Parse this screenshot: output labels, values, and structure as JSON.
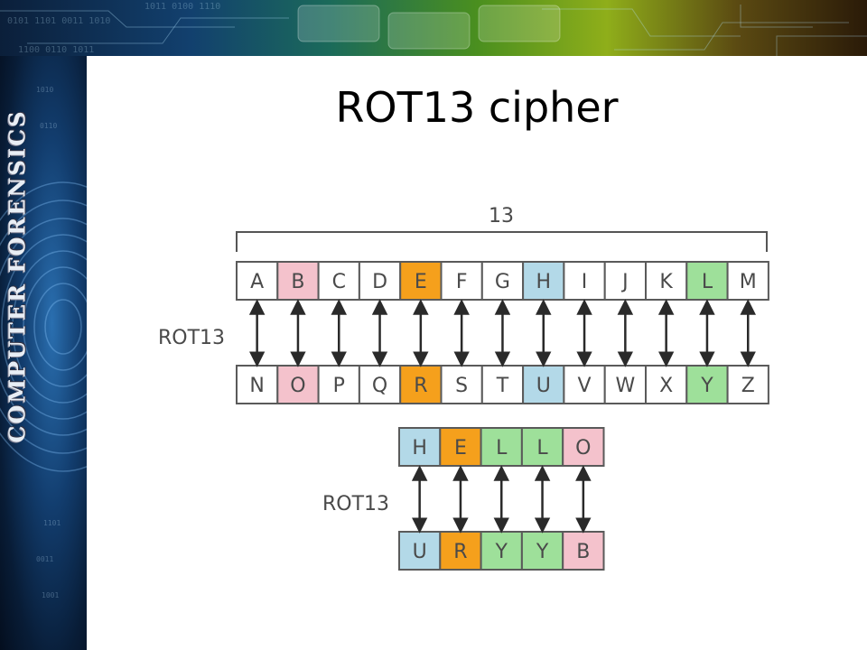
{
  "slide": {
    "title": "ROT13 cipher"
  },
  "sidebar": {
    "text": "COMPUTER FORENSICS"
  },
  "diagram": {
    "shift_label": "13",
    "rot_label": "ROT13",
    "top_row": [
      "A",
      "B",
      "C",
      "D",
      "E",
      "F",
      "G",
      "H",
      "I",
      "J",
      "K",
      "L",
      "M"
    ],
    "bottom_row": [
      "N",
      "O",
      "P",
      "Q",
      "R",
      "S",
      "T",
      "U",
      "V",
      "W",
      "X",
      "Y",
      "Z"
    ],
    "top_highlights": {
      "B": "pink",
      "E": "orange",
      "H": "blue",
      "L": "green"
    },
    "bottom_highlights": {
      "O": "pink",
      "R": "orange",
      "U": "blue",
      "Y": "green"
    },
    "example_plain": [
      "H",
      "E",
      "L",
      "L",
      "O"
    ],
    "example_cipher": [
      "U",
      "R",
      "Y",
      "Y",
      "B"
    ],
    "example_colors": [
      "blue",
      "orange",
      "green",
      "green",
      "pink"
    ],
    "colors": {
      "pink": "#f4c2cc",
      "orange": "#f5a01c",
      "blue": "#b3d9e8",
      "green": "#9ee09a",
      "border": "#5a5a5a",
      "text": "#4a4a4a"
    }
  }
}
